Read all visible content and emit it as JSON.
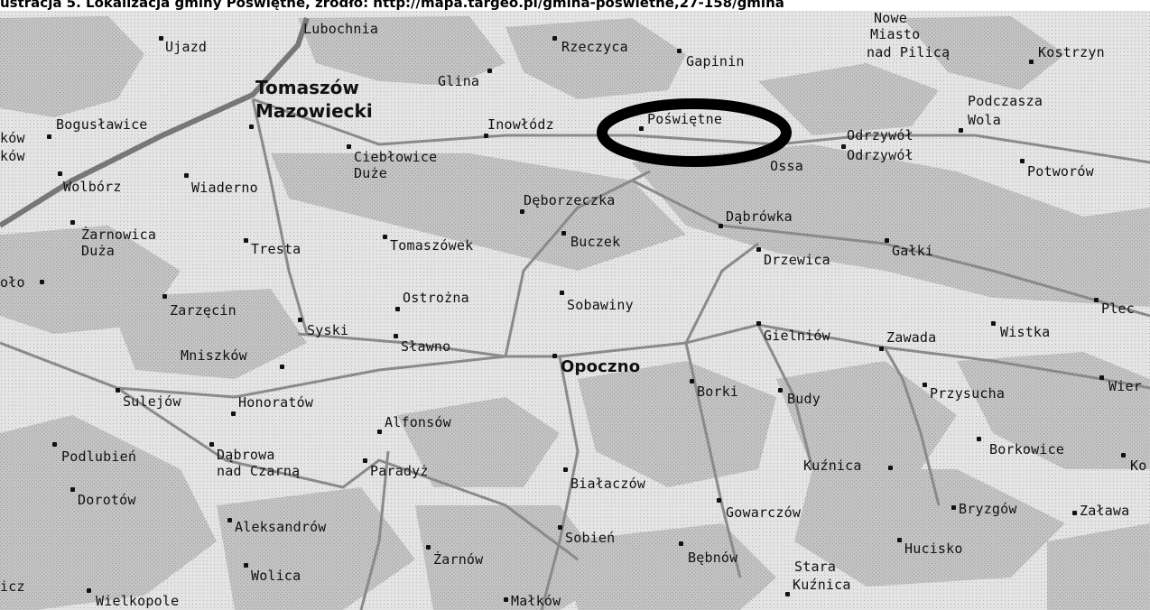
{
  "caption": "ustracja 5. Lokalizacja gminy Poświętne, źródło: http://mapa.targeo.pl/gmina-poswietne,27-158/gmina",
  "colors": {
    "background": "#ffffff",
    "forest": "#b9b9b9",
    "road": "#8a8a8a",
    "main_road": "#777777",
    "highlight_circle": "#000000"
  },
  "places": {
    "ujazd": "Ujazd",
    "lubochnia": "Lubochnia",
    "rzeczyca": "Rzeczyca",
    "gapinin": "Gapinin",
    "nowe_miasto": "Nowe",
    "nowe_miasto_2": "Miasto",
    "nowe_miasto_3": "nad Pilicą",
    "kostrzyn": "Kostrzyn",
    "glina": "Glina",
    "tomaszow_1": "Tomaszów",
    "tomaszow_2": "Mazowiecki",
    "boguslawice": "Bogusławice",
    "kow_1": "ków",
    "kow_2": "ków",
    "inowlodz": "Inowłódz",
    "poswietne": "Poświętne",
    "podczasza_1": "Podczasza",
    "podczasza_2": "Wola",
    "odrzywol_1": "Odrzywół",
    "odrzywol_2": "Odrzywół",
    "ciebłowice_1": "Ciebłowice",
    "ciebłowice_2": "Duże",
    "ossa": "Ossa",
    "potworow": "Potworów",
    "wolborz": "Wolbórz",
    "wiaderno": "Wiaderno",
    "deborzeczka": "Dęborzeczka",
    "dabrowka": "Dąbrówka",
    "zarnowica_1": "Żarnowica",
    "zarnowica_2": "Duża",
    "tresta": "Tresta",
    "tomaszowek": "Tomaszówek",
    "buczek": "Buczek",
    "drzewica": "Drzewica",
    "galki": "Gałki",
    "polo": "oło",
    "ostrozna": "Ostrożna",
    "zarzecin": "Zarzęcin",
    "sobawiny": "Sobawiny",
    "plec": "Plec",
    "syski": "Syski",
    "gielniow": "Gielniów",
    "zawada": "Zawada",
    "wistka": "Wistka",
    "slawno": "Sławno",
    "mniszkow": "Mniszków",
    "opoczno": "Opoczno",
    "wier": "Wier",
    "sulejow": "Sulejów",
    "honoratow": "Honoratów",
    "borki": "Borki",
    "budy": "Budy",
    "przysucha": "Przysucha",
    "alfonsow": "Alfonsów",
    "podlubien": "Podlubień",
    "dabrowa_1": "Dąbrowa",
    "dabrowa_2": "nad Czarną",
    "paradyz": "Paradyż",
    "bialaczow": "Białaczów",
    "kuznica": "Kuźnica",
    "borkowice": "Borkowice",
    "ko": "Ko",
    "dorotow": "Dorotów",
    "gowarczow": "Gowarczów",
    "bryzgow": "Bryzgów",
    "zalawa": "Zaława",
    "aleksandrow": "Aleksandrów",
    "sobien": "Sobień",
    "hucisko": "Hucisko",
    "zarnow": "Żarnów",
    "bebnow": "Bębnów",
    "stara_kuznica_1": "Stara",
    "stara_kuznica_2": "Kuźnica",
    "wolica": "Wolica",
    "icz": "icz",
    "wielkopole": "Wielkopole",
    "malkow": "Małków"
  }
}
